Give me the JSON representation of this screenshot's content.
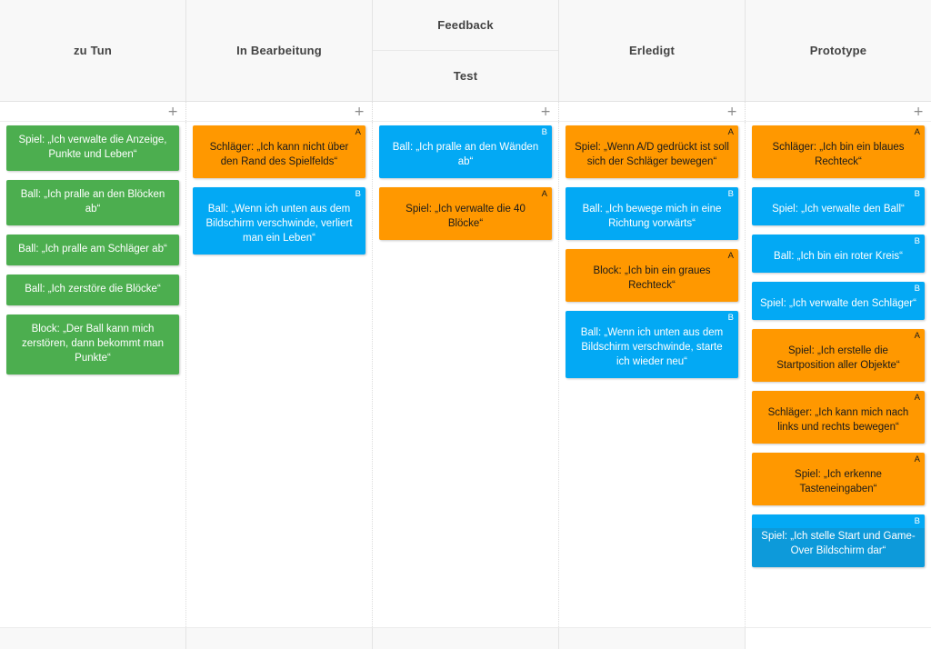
{
  "board": {
    "background": "#ffffff",
    "colors": {
      "green": "#4cae4f",
      "orange": "#ff9800",
      "blue": "#03a9f4",
      "blue_selected": "#0d9ada",
      "header_bg": "#f8f8f8",
      "header_text": "#434343"
    },
    "add_icon": "plus-icon",
    "add_label": "+"
  },
  "columns": [
    {
      "id": "zu-tun",
      "title": "zu Tun",
      "subtitle": null,
      "cards": [
        {
          "color": "green",
          "badge": null,
          "text": "Spiel: „Ich verwalte die Anzeige, Punkte und Leben“"
        },
        {
          "color": "green",
          "badge": null,
          "text": "Ball: „Ich pralle an den Blöcken ab“"
        },
        {
          "color": "green",
          "badge": null,
          "text": "Ball: „Ich pralle am Schläger ab“"
        },
        {
          "color": "green",
          "badge": null,
          "text": "Ball: „Ich zerstöre die Blöcke“"
        },
        {
          "color": "green",
          "badge": null,
          "text": "Block: „Der Ball kann mich zerstören, dann bekommt man Punkte“"
        }
      ]
    },
    {
      "id": "in-bearbeitung",
      "title": "In Bearbeitung",
      "subtitle": null,
      "cards": [
        {
          "color": "orange",
          "badge": "A",
          "text": "Schläger: „Ich kann nicht über den Rand des Spielfelds“"
        },
        {
          "color": "blue",
          "badge": "B",
          "text": "Ball: „Wenn ich unten aus dem Bildschirm verschwinde, verliert man ein Leben“"
        }
      ]
    },
    {
      "id": "feedback",
      "title": "Feedback",
      "subtitle": "Test",
      "cards": [
        {
          "color": "blue",
          "badge": "B",
          "text": "Ball: „Ich pralle an den Wänden ab“"
        },
        {
          "color": "orange",
          "badge": "A",
          "text": "Spiel: „Ich verwalte die 40 Blöcke“"
        }
      ]
    },
    {
      "id": "erledigt",
      "title": "Erledigt",
      "subtitle": null,
      "cards": [
        {
          "color": "orange",
          "badge": "A",
          "text": "Spiel: „Wenn A/D gedrückt ist soll sich der Schläger bewegen“"
        },
        {
          "color": "blue",
          "badge": "B",
          "text": "Ball: „Ich bewege mich in eine Richtung vorwärts“"
        },
        {
          "color": "orange",
          "badge": "A",
          "text": "Block: „Ich bin ein graues Rechteck“"
        },
        {
          "color": "blue",
          "badge": "B",
          "text": "Ball: „Wenn ich unten aus dem Bildschirm verschwinde, starte ich wieder neu“"
        }
      ]
    },
    {
      "id": "prototype",
      "title": "Prototype",
      "subtitle": null,
      "cards": [
        {
          "color": "orange",
          "badge": "A",
          "text": "Schläger: „Ich bin ein blaues Rechteck“"
        },
        {
          "color": "blue",
          "badge": "B",
          "text": "Spiel: „Ich verwalte den Ball“"
        },
        {
          "color": "blue",
          "badge": "B",
          "text": "Ball: „Ich bin ein roter Kreis“"
        },
        {
          "color": "blue",
          "badge": "B",
          "text": "Spiel: „Ich verwalte den Schläger“"
        },
        {
          "color": "orange",
          "badge": "A",
          "text": "Spiel: „Ich erstelle die Startposition aller Objekte“"
        },
        {
          "color": "orange",
          "badge": "A",
          "text": "Schläger: „Ich kann mich nach links und rechts bewegen“"
        },
        {
          "color": "orange",
          "badge": "A",
          "text": "Spiel: „Ich erkenne Tasteneingaben“"
        },
        {
          "color": "blue",
          "badge": "B",
          "selected": true,
          "text": "Spiel: „Ich stelle Start und Game-Over Bildschirm dar“"
        }
      ]
    }
  ]
}
